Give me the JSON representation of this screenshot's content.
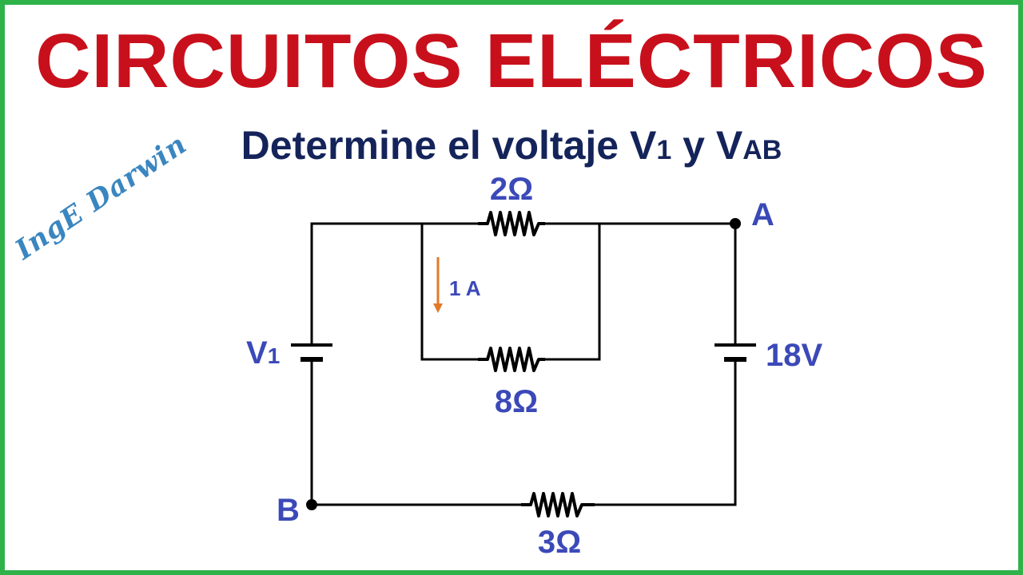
{
  "title": "CIRCUITOS ELÉCTRICOS",
  "subtitle": {
    "text_before": "Determine el voltaje V",
    "sub1": "1",
    "text_middle": " y V",
    "sub2": "AB"
  },
  "watermark": "IngE Darwin",
  "circuit": {
    "resistors": {
      "top_parallel": "2Ω",
      "bottom_parallel": "8Ω",
      "bottom_series": "3Ω"
    },
    "sources": {
      "left": {
        "name": "V",
        "subscript": "1"
      },
      "right": "18V"
    },
    "nodes": {
      "a": "A",
      "b": "B"
    },
    "current_label": "1 A"
  },
  "colors": {
    "border": "#2fb24a",
    "title": "#c8101c",
    "subtitle": "#14245a",
    "labels": "#3b49b8",
    "watermark": "#3a86c0",
    "current_arrow": "#e07a2a",
    "wire": "#000000"
  }
}
